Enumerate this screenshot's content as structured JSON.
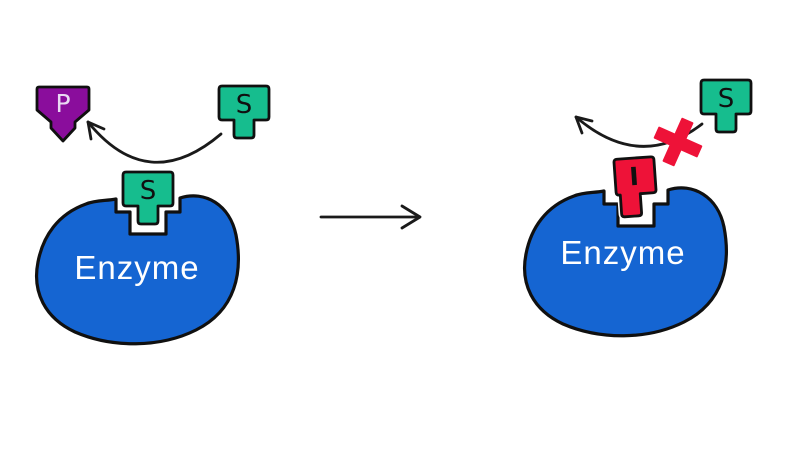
{
  "colors": {
    "enzyme-blue": "#1565d2",
    "substrate-green": "#16bd8e",
    "product-purple": "#8a0d9c",
    "inhibitor-red": "#ee1238",
    "arrow-black": "#1a1a1a",
    "enzyme-text-white": "#ffffff",
    "product-letter-light": "#e9d9f3",
    "background-white": "#ffffff"
  },
  "left_panel": {
    "enzyme_label": "Enzyme",
    "bound_substrate_label": "S",
    "free_substrate_label": "S",
    "product_label": "P"
  },
  "right_panel": {
    "enzyme_label": "Enzyme",
    "inhibitor_label": "I",
    "free_substrate_label": "S"
  }
}
